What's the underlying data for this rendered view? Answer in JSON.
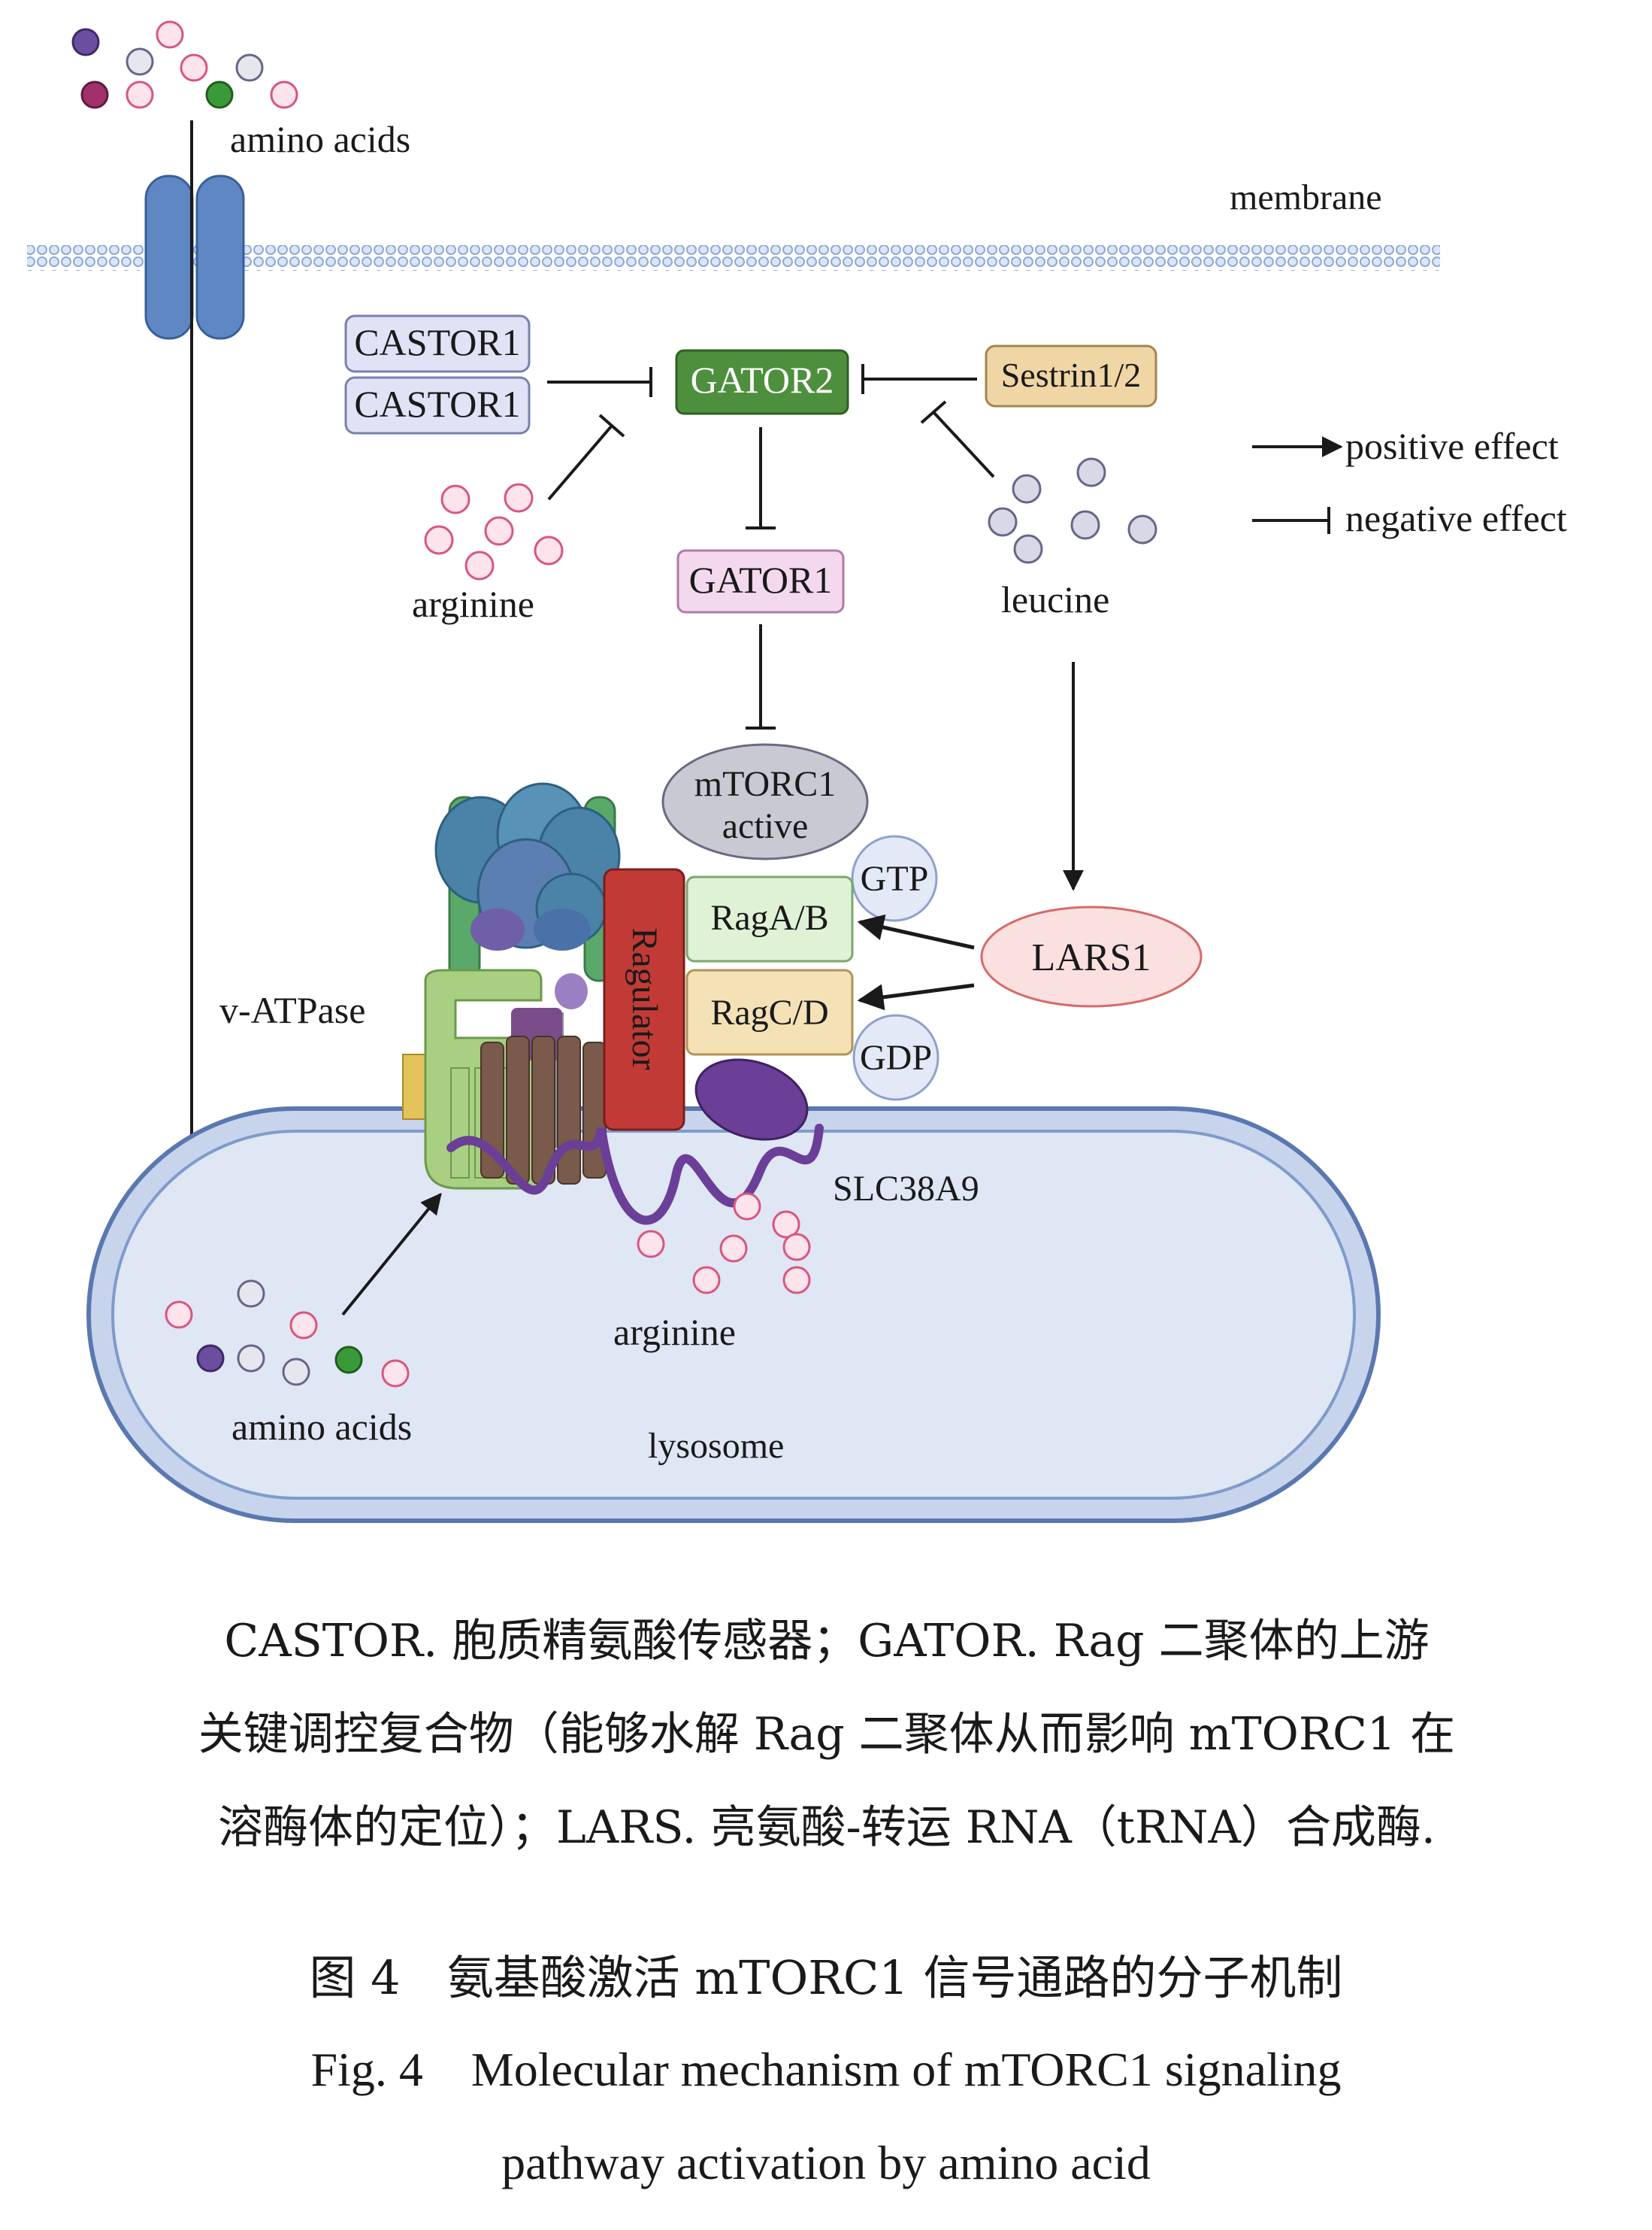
{
  "diagram": {
    "labels": {
      "amino_acids_top": "amino acids",
      "membrane": "membrane",
      "castor1_a": "CASTOR1",
      "castor1_b": "CASTOR1",
      "gator2": "GATOR2",
      "sestrin": "Sestrin1/2",
      "arginine_top": "arginine",
      "gator1": "GATOR1",
      "leucine": "leucine",
      "mtorc1_line1": "mTORC1",
      "mtorc1_line2": "active",
      "gtp": "GTP",
      "gdp": "GDP",
      "raga": "RagA/B",
      "ragc": "RagC/D",
      "ragulator": "Ragulator",
      "lars1": "LARS1",
      "v_atpase": "v-ATPase",
      "slc38a9": "SLC38A9",
      "arginine_lyso": "arginine",
      "amino_acids_lyso": "amino acids",
      "lysosome": "lysosome"
    },
    "legend": {
      "positive": "positive effect",
      "negative": "negative effect"
    },
    "colors": {
      "membrane": "#8ea9d6",
      "gator2": "#4e8f3e",
      "castor": "#dfe3f5",
      "sestrin": "#f0d6a4",
      "gator1": "#f4d9ee",
      "mtorc1": "#c9c9d4",
      "raga": "#dff2d6",
      "ragc": "#f4e1b6",
      "ragulator": "#c23a36",
      "lars1": "#fbe0e0",
      "lysosome": "#dfe6f4",
      "slc38a9": "#6b3f97"
    }
  },
  "caption": {
    "line1": "CASTOR. 胞质精氨酸传感器；GATOR. Rag 二聚体的上游",
    "line2": "关键调控复合物（能够水解 Rag 二聚体从而影响 mTORC1 在",
    "line3": "溶酶体的定位）；LARS. 亮氨酸-转运 RNA（tRNA）合成酶."
  },
  "figure_title": {
    "zh": "图 4　氨基酸激活 mTORC1 信号通路的分子机制",
    "en_line1": "Fig. 4　Molecular mechanism of mTORC1 signaling",
    "en_line2": "pathway activation by amino acid"
  }
}
